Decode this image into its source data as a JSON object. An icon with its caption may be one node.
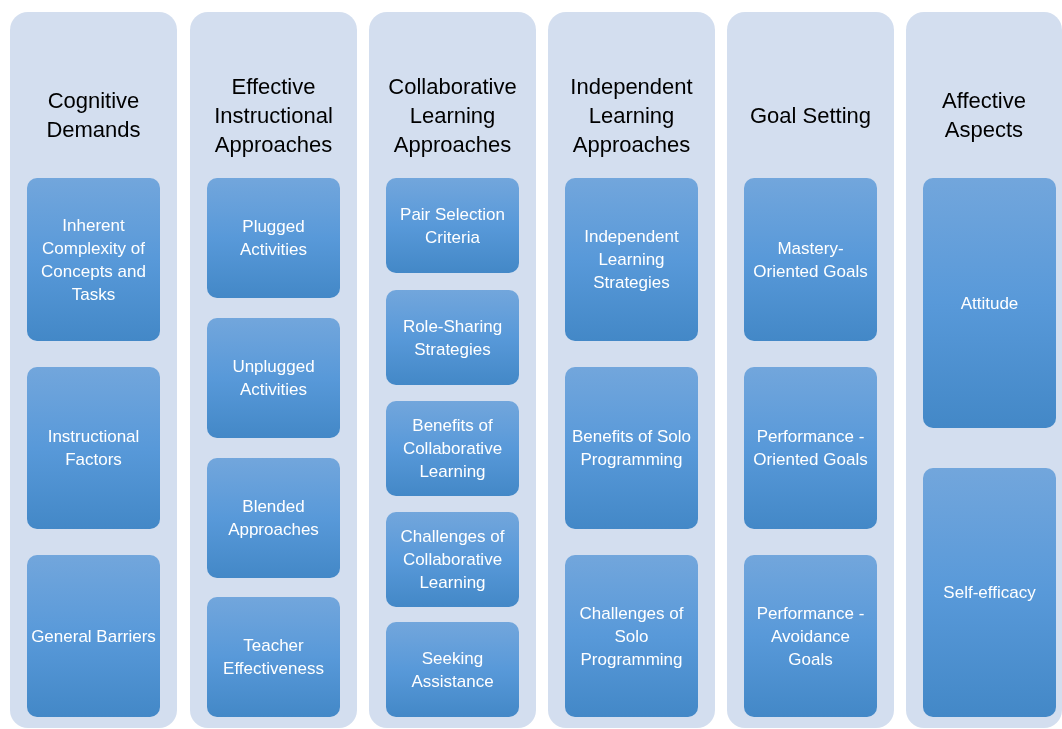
{
  "diagram": {
    "nodes": [
      {
        "text": [
          "Cognitive Demands"
        ]
      },
      {
        "text": [
          "Inherent Complexity of Concepts and Tasks"
        ],
        "in": 0
      },
      {
        "text": [
          "Instructional Factors"
        ],
        "in": 0
      },
      {
        "text": [
          "General Barriers"
        ],
        "in": 0
      },
      {
        "text": [
          "Effective Instructional Approaches"
        ]
      },
      {
        "text": [
          "Plugged Activities"
        ],
        "in": 4
      },
      {
        "text": [
          "Unplugged Activities"
        ],
        "in": 4
      },
      {
        "text": [
          "Blended Approaches"
        ],
        "in": 4
      },
      {
        "text": [
          "Teacher Effectiveness"
        ],
        "in": 4
      },
      {
        "text": [
          "Collaborative Learning Approaches"
        ]
      },
      {
        "text": [
          "Pair Selection Criteria"
        ],
        "in": 9
      },
      {
        "text": [
          "Role-Sharing Strategies"
        ],
        "in": 9
      },
      {
        "text": [
          "Benefits of Collaborative Learning"
        ],
        "in": 9
      },
      {
        "text": [
          "Challenges of Collaborative Learning"
        ],
        "in": 9
      },
      {
        "text": [
          "Seeking Assistance"
        ],
        "in": 9
      },
      {
        "text": [
          "Independent Learning Approaches"
        ]
      },
      {
        "text": [
          "Independent Learning Strategies"
        ],
        "in": 15
      },
      {
        "text": [
          "Benefits of Solo Programming"
        ],
        "in": 15
      },
      {
        "text": [
          "Challenges of Solo Programming"
        ],
        "in": 15
      },
      {
        "text": [
          "Goal Setting"
        ]
      },
      {
        "text": [
          "Mastery-Oriented Goals"
        ],
        "in": 19
      },
      {
        "text": [
          "Performance -Oriented Goals"
        ],
        "in": 19
      },
      {
        "text": [
          "Performance -Avoidance Goals"
        ],
        "in": 19
      },
      {
        "text": [
          "Affective Aspects"
        ]
      },
      {
        "text": [
          "Attitude"
        ],
        "in": 23
      },
      {
        "text": [
          "Self-efficacy"
        ],
        "in": 23
      }
    ]
  }
}
